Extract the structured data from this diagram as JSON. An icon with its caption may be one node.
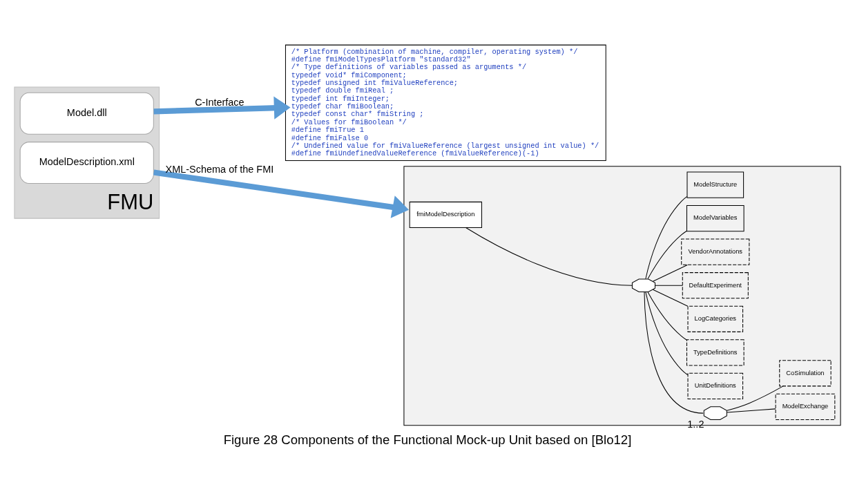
{
  "diagram": {
    "caption": "Figure 28 Components of the Functional Mock-up Unit based on [Blo12]",
    "nodes": [
      {
        "text": [
          "FMU"
        ]
      },
      {
        "text": [
          "Model.dll"
        ],
        "in": 0
      },
      {
        "text": [
          "ModelDescription.xml"
        ],
        "in": 0
      },
      {
        "text": [
          "/* Platform (combination of machine, compiler, operating system) */",
          "#define fmiModelTypesPlatform \"standard32\"",
          "/* Type definitions of variables passed as arguments */",
          "typedef void* fmiComponent;",
          "typedef unsigned int fmiValueReference;",
          "typedef double fmiReal ;",
          "typedef int fmiInteger;",
          "typedef char fmiBoolean;",
          "typedef const char* fmiString ;",
          "/* Values for fmiBoolean */",
          "#define fmiTrue 1",
          "#define fmiFalse 0",
          "/* Undefined value for fmiValueReference (largest unsigned int value) */",
          "#define fmiUndefinedValueReference (fmiValueReference)(-1)"
        ]
      },
      {
        "text": [],
        "shape": "box"
      },
      {
        "text": [
          "fmiModelDescription"
        ],
        "in": 4
      },
      {
        "text": [],
        "shape": "octagon",
        "in": 4
      },
      {
        "text": [],
        "shape": "octagon",
        "in": 4,
        "beside": [
          "1..2"
        ]
      },
      {
        "text": [
          "ModelExchange"
        ],
        "in": 4
      },
      {
        "text": [
          "CoSimulation"
        ],
        "in": 4
      },
      {
        "text": [
          "UnitDefinitions"
        ],
        "in": 4
      },
      {
        "text": [
          "TypeDefinitions"
        ],
        "in": 4
      },
      {
        "text": [
          "LogCategories"
        ],
        "in": 4
      },
      {
        "text": [
          "DefaultExperiment"
        ],
        "in": 4
      },
      {
        "text": [
          "VendorAnnotations"
        ],
        "in": 4
      },
      {
        "text": [
          "ModelVariables"
        ],
        "in": 4
      },
      {
        "text": [
          "ModelStructure"
        ],
        "in": 4
      }
    ],
    "edges": [
      {
        "from": 1,
        "to": 3,
        "arrow": "to",
        "label": "C-Interface",
        "style": "thick",
        "color": "#5b9bd5"
      },
      {
        "from": 2,
        "to": 4,
        "arrow": "to",
        "label": "XML-Schema of the FMI",
        "style": "thick",
        "color": "#5b9bd5"
      },
      {
        "from": 5,
        "to": 6,
        "arrow": "none"
      },
      {
        "from": 6,
        "to": 7,
        "arrow": "none"
      },
      {
        "from": 7,
        "to": 8,
        "arrow": "none"
      },
      {
        "from": 7,
        "to": 9,
        "arrow": "none"
      },
      {
        "from": 6,
        "to": 10,
        "arrow": "none"
      },
      {
        "from": 6,
        "to": 11,
        "arrow": "none"
      },
      {
        "from": 6,
        "to": 12,
        "arrow": "none"
      },
      {
        "from": 6,
        "to": 13,
        "arrow": "none"
      },
      {
        "from": 6,
        "to": 14,
        "arrow": "none"
      },
      {
        "from": 6,
        "to": 15,
        "arrow": "none"
      },
      {
        "from": 6,
        "to": 16,
        "arrow": "none"
      }
    ]
  }
}
